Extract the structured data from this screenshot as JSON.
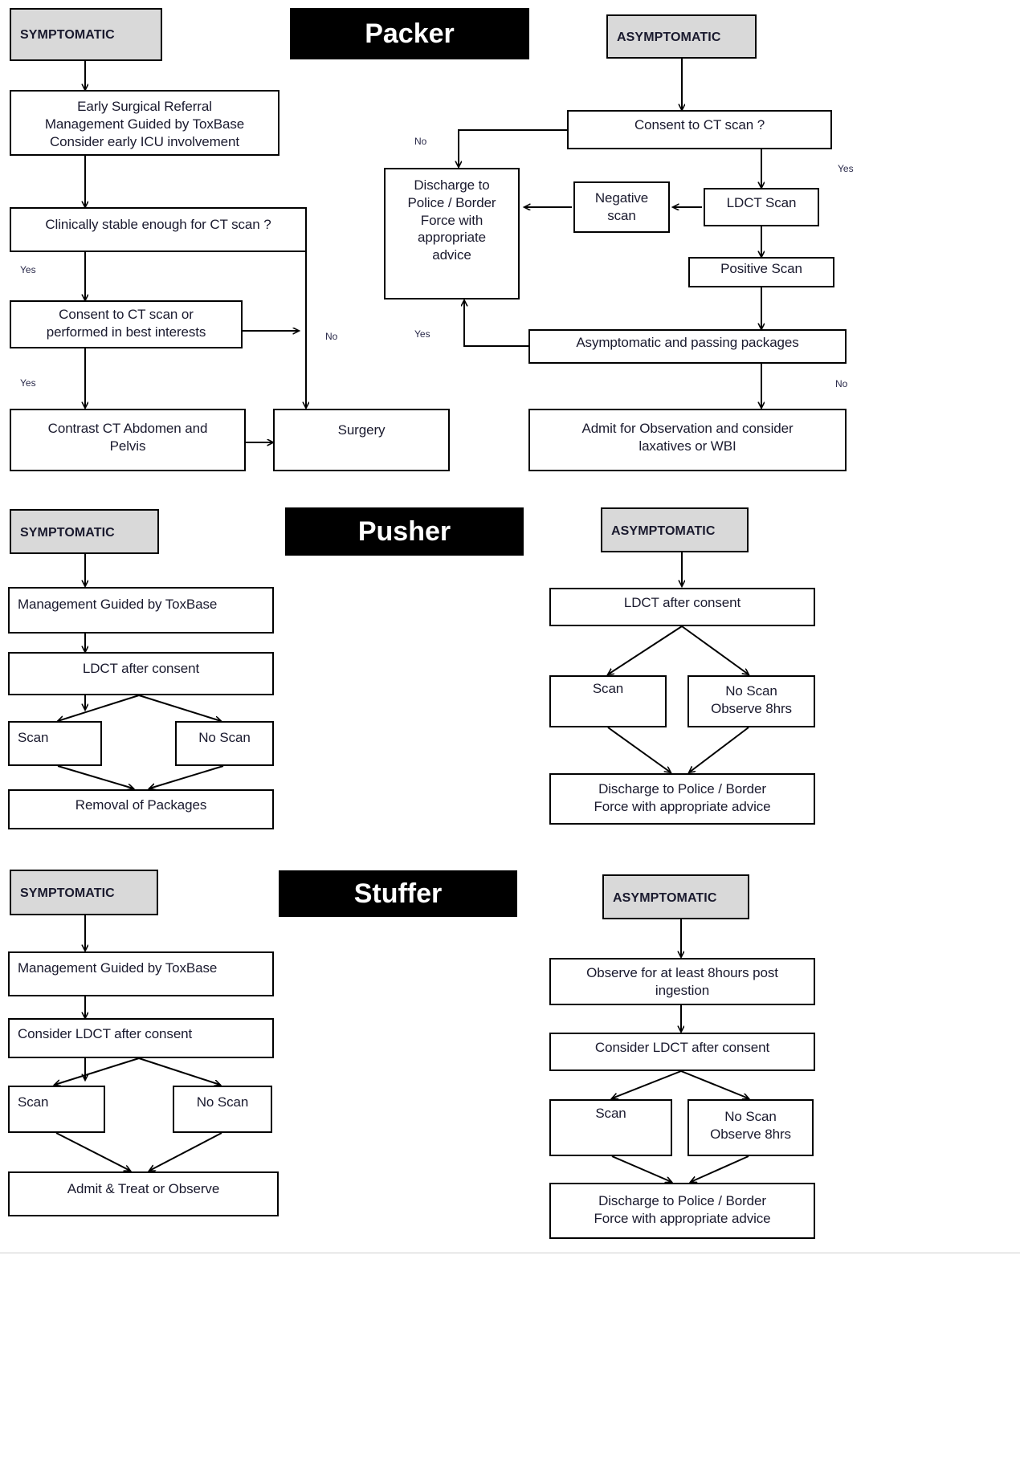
{
  "page": {
    "title": "Body packer / pusher / stuffer management flowchart",
    "colors": {
      "banner_bg": "#000000",
      "banner_text": "#ffffff",
      "shaded_node_bg": "#d9d9d9",
      "node_bg": "#ffffff",
      "border": "#000000",
      "text": "#1a1a2e"
    }
  },
  "sections": [
    {
      "id": "packer",
      "banner": "Packer",
      "left_header": "SYMPTOMATIC",
      "right_header": "ASYMPTOMATIC",
      "nodes": {
        "symptomatic": "SYMPTOMATIC",
        "early_surgical": "Early Surgical Referral\nManagement Guided by ToxBase\nConsider early ICU involvement",
        "early_surgical_lines": [
          "Early Surgical Referral",
          "Management Guided by ToxBase",
          "Consider early ICU involvement"
        ],
        "clinically_stable": "Clinically stable enough for CT scan ?",
        "consent_or_best_interests_lines": [
          "Consent to CT scan or",
          "performed in best interests"
        ],
        "contrast_ct_lines": [
          "Contrast CT Abdomen and",
          "Pelvis"
        ],
        "surgery": "Surgery",
        "asymptomatic": "ASYMPTOMATIC",
        "consent_ct": "Consent to CT scan ?",
        "discharge_lines": [
          "Discharge to",
          "Police / Border",
          "Force with",
          "appropriate",
          "advice"
        ],
        "negative_scan_lines": [
          "Negative",
          "scan"
        ],
        "ldct_scan": "LDCT Scan",
        "positive_scan": "Positive Scan",
        "asymptomatic_passing": "Asymptomatic and passing packages",
        "admit_observation_lines": [
          "Admit for Observation and consider",
          "laxatives or WBI"
        ]
      },
      "edge_labels": {
        "stable_yes": "Yes",
        "stable_no": "No",
        "consent_yes": "Yes",
        "consent_ct_no": "No",
        "consent_ct_yes": "Yes",
        "passing_yes": "Yes",
        "passing_no": "No"
      }
    },
    {
      "id": "pusher",
      "banner": "Pusher",
      "left_header": "SYMPTOMATIC",
      "right_header": "ASYMPTOMATIC",
      "nodes": {
        "symptomatic": "SYMPTOMATIC",
        "management_toxbase": "Management Guided by ToxBase",
        "ldct_after_consent": "LDCT after consent",
        "scan": "Scan",
        "no_scan": "No Scan",
        "removal_of_packages": "Removal of Packages",
        "asymptomatic": "ASYMPTOMATIC",
        "ldct_after_consent_right": "LDCT after consent",
        "scan_right": "Scan",
        "no_scan_right_lines": [
          "No Scan",
          "Observe 8hrs"
        ],
        "discharge_lines": [
          "Discharge to Police / Border",
          "Force with appropriate advice"
        ]
      }
    },
    {
      "id": "stuffer",
      "banner": "Stuffer",
      "left_header": "SYMPTOMATIC",
      "right_header": "ASYMPTOMATIC",
      "nodes": {
        "symptomatic": "SYMPTOMATIC",
        "management_toxbase": "Management Guided by ToxBase",
        "consider_ldct": "Consider LDCT after consent",
        "scan": "Scan",
        "no_scan": "No Scan",
        "admit_treat_observe": "Admit & Treat or Observe",
        "asymptomatic": "ASYMPTOMATIC",
        "observe_8hours_lines": [
          "Observe for at least 8hours post",
          "ingestion"
        ],
        "consider_ldct_right": "Consider LDCT after consent",
        "scan_right": "Scan",
        "no_scan_right_lines": [
          "No Scan",
          "Observe 8hrs"
        ],
        "discharge_lines": [
          "Discharge to Police / Border",
          "Force with appropriate advice"
        ]
      }
    }
  ]
}
